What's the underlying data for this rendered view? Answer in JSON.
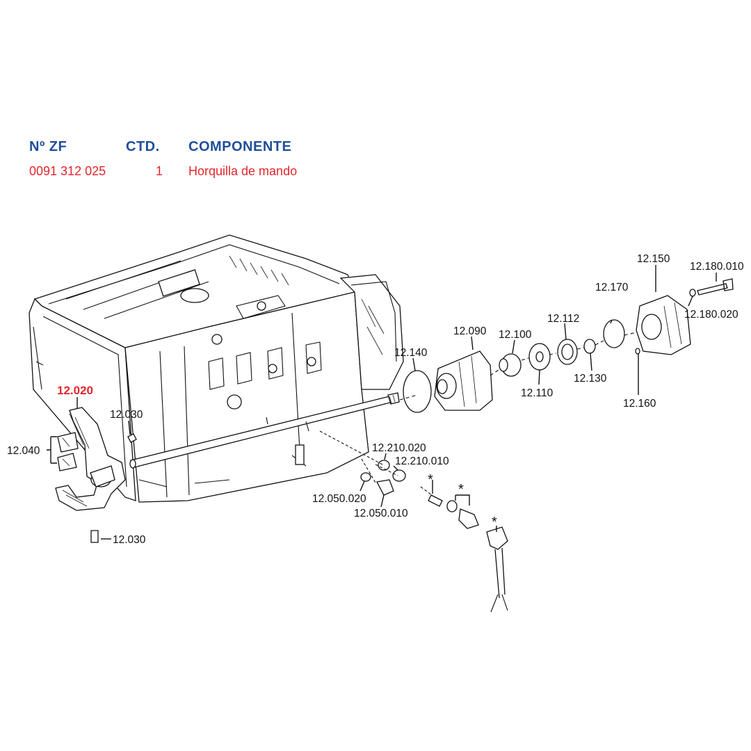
{
  "table": {
    "headers": {
      "part_no": "Nº ZF",
      "qty": "CTD.",
      "component": "COMPONENTE"
    },
    "row": {
      "part_no": "0091 312 025",
      "qty": "1",
      "component": "Horquilla de mando"
    },
    "header_color": "#1f4e9a",
    "value_color": "#e3262b"
  },
  "diagram": {
    "selected_callout": "12.020",
    "callouts": {
      "c12_020": "12.020",
      "c12_030_top": "12.030",
      "c12_030_bottom": "12.030",
      "c12_040": "12.040",
      "c12_050_020": "12.050.020",
      "c12_050_010": "12.050.010",
      "c12_210_020": "12.210.020",
      "c12_210_010": "12.210.010",
      "c12_140": "12.140",
      "c12_090": "12.090",
      "c12_100": "12.100",
      "c12_110": "12.110",
      "c12_112": "12.112",
      "c12_130": "12.130",
      "c12_170": "12.170",
      "c12_150": "12.150",
      "c12_160": "12.160",
      "c12_180_010": "12.180.010",
      "c12_180_020": "12.180.020"
    },
    "asterisk": "*"
  }
}
